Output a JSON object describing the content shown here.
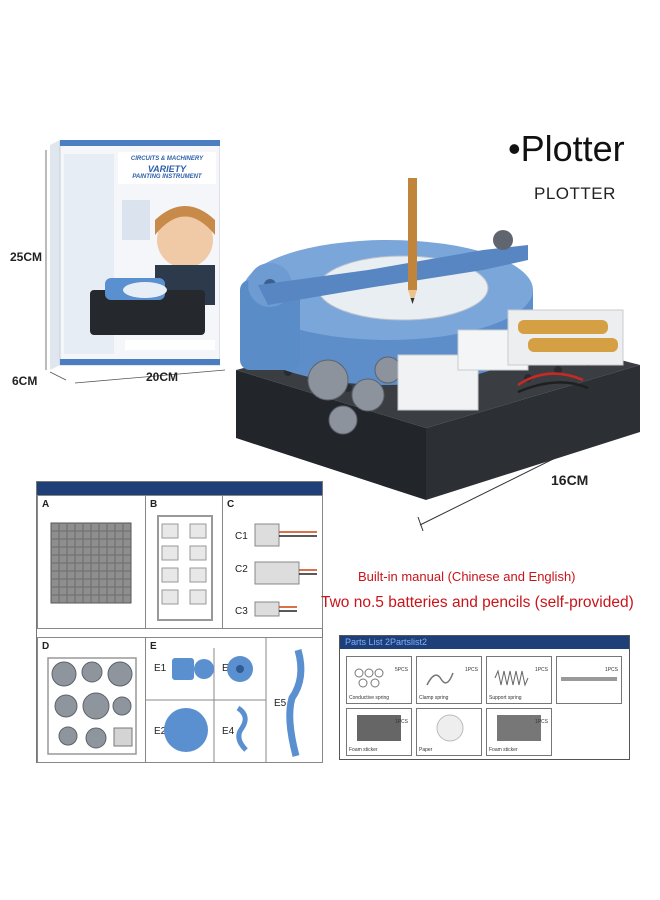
{
  "title": "•Plotter",
  "subtitle": "PLOTTER",
  "dimensions": {
    "height": "25CM",
    "depth": "6CM",
    "width": "20CM",
    "product": "16CM"
  },
  "box": {
    "top_label": "CIRCUITS & MACHINERY",
    "name_1": "VARIETY",
    "name_2": "PAINTING INSTRUMENT"
  },
  "panel1": {
    "labels": [
      "A",
      "B",
      "C",
      "D",
      "E"
    ],
    "c_parts": [
      "C1",
      "C2",
      "C3"
    ],
    "e_parts": [
      "E1",
      "E2",
      "E3",
      "E4",
      "E5"
    ]
  },
  "notes": {
    "manual": "Built-in manual (Chinese and English)",
    "batteries": "Two no.5 batteries and pencils (self-provided)"
  },
  "parts_list": {
    "header": "Parts List 2Partslist2",
    "items": [
      {
        "caption": "Conductive spring",
        "qty": "5PCS"
      },
      {
        "caption": "Clamp spring",
        "qty": "1PCS"
      },
      {
        "caption": "Support spring",
        "qty": "1PCS"
      },
      {
        "caption": "",
        "qty": "1PCS"
      },
      {
        "caption": "Foam sticker",
        "qty": "1PCS"
      },
      {
        "caption": "Paper",
        "qty": ""
      },
      {
        "caption": "Foam sticker",
        "qty": "1PCS"
      }
    ]
  },
  "colors": {
    "accent_blue": "#5a8fd0",
    "panel_header": "#1f3f78",
    "note_red": "#c8141a"
  }
}
